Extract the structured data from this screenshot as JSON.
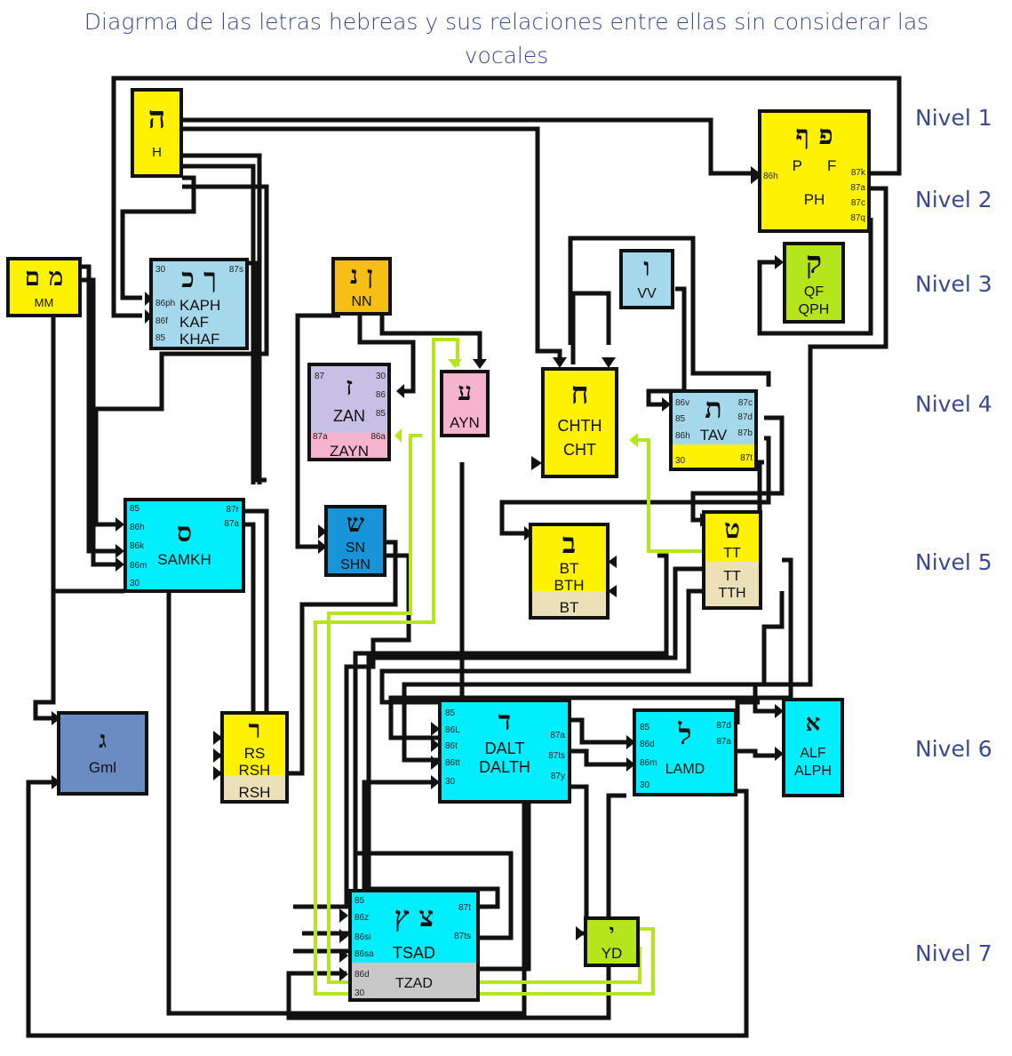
{
  "title": "Diagrma de las letras hebreas y sus relaciones entre ellas  sin considerar las vocales",
  "levels": [
    "Nivel 1",
    "Nivel 2",
    "Nivel 3",
    "Nivel 4",
    "Nivel 5",
    "Nivel 6",
    "Nivel 7"
  ],
  "colors": {
    "yellow": "#fff200",
    "light_blue": "#a6d8ec",
    "cyan": "#00eeff",
    "orange": "#f7be16",
    "lavender": "#c8c0e4",
    "pink": "#f5b3cd",
    "lime": "#b5e61d",
    "blue": "#1a94d8",
    "steel": "#6b8cc2",
    "beige": "#ece0b8",
    "gray": "#c8c8c8",
    "level_text": "#3a4a8c"
  },
  "nodes": {
    "he": {
      "glyph": "ה",
      "names": [
        "H"
      ]
    },
    "pe": {
      "glyph": "פ ף",
      "names": [
        "P      F",
        "PH"
      ],
      "ports_left": [
        "86h"
      ],
      "ports_right": [
        "87k",
        "87a",
        "87c",
        "87q"
      ]
    },
    "qof": {
      "glyph": "ק",
      "names": [
        "QF",
        "QPH"
      ]
    },
    "mem": {
      "glyph": "מ ם",
      "names": [
        "MM"
      ]
    },
    "kaf": {
      "glyph": "ך כ",
      "names": [
        "KAPH",
        "KAF",
        "KHAF"
      ],
      "ports_left": [
        "30",
        "86ph",
        "86f",
        "85"
      ],
      "ports_right": [
        "87s"
      ]
    },
    "nun": {
      "glyph": "ן נ",
      "names": [
        "NN"
      ]
    },
    "zayin": {
      "glyph": "ז",
      "names": [
        "ZAN"
      ],
      "band": "ZAYN",
      "ports_left": [
        "87",
        "87a"
      ],
      "ports_right": [
        "30",
        "86",
        "85",
        "86a"
      ]
    },
    "ayin": {
      "glyph": "ע",
      "names": [
        "AYN"
      ]
    },
    "het": {
      "glyph": "ח",
      "names": [
        "CHTH",
        "CHT"
      ]
    },
    "vav": {
      "glyph": "ו",
      "names": [
        "VV"
      ]
    },
    "tav": {
      "glyph": "ת",
      "names": [
        "TAV"
      ],
      "ports_left": [
        "86v",
        "85",
        "86h",
        "30"
      ],
      "ports_right": [
        "87c",
        "87d",
        "87b",
        "87t"
      ]
    },
    "samekh": {
      "glyph": "ס",
      "names": [
        "SAMKH"
      ],
      "ports_left": [
        "85",
        "86h",
        "86k",
        "86m",
        "30"
      ],
      "ports_right": [
        "87r",
        "87a"
      ]
    },
    "shin": {
      "glyph": "ש",
      "names": [
        "SN",
        "SHN"
      ]
    },
    "bet": {
      "glyph": "ב",
      "names": [
        "BT",
        "BTH"
      ],
      "band": "BT"
    },
    "tet": {
      "glyph": "ט",
      "names": [
        "TT"
      ],
      "band_lines": [
        "TT",
        "TTH"
      ]
    },
    "gimel": {
      "glyph": "ג",
      "names": [
        "Gml"
      ]
    },
    "resh": {
      "glyph": "ר",
      "names": [
        "RS",
        "RSH"
      ],
      "band": "RSH"
    },
    "dalet": {
      "glyph": "ד",
      "names": [
        "DALT",
        "DALTH"
      ],
      "ports_left": [
        "85",
        "86L",
        "86t",
        "86tt",
        "30"
      ],
      "ports_right": [
        "87a",
        "87ts",
        "87y"
      ]
    },
    "lamed": {
      "glyph": "ל",
      "names": [
        "LAMD"
      ],
      "ports_left": [
        "85",
        "86d",
        "86m",
        "30"
      ],
      "ports_right": [
        "87d",
        "87a"
      ]
    },
    "alef": {
      "glyph": "א",
      "names": [
        "ALF",
        "ALPH"
      ]
    },
    "tsadi": {
      "glyph": "צ ץ",
      "names": [
        "TSAD"
      ],
      "band": "TZAD",
      "ports_left": [
        "85",
        "86z",
        "86si",
        "86sa",
        "86d",
        "30"
      ],
      "ports_right": [
        "87t",
        "87ts"
      ]
    },
    "yod": {
      "glyph": "י",
      "names": [
        "YD"
      ]
    }
  }
}
